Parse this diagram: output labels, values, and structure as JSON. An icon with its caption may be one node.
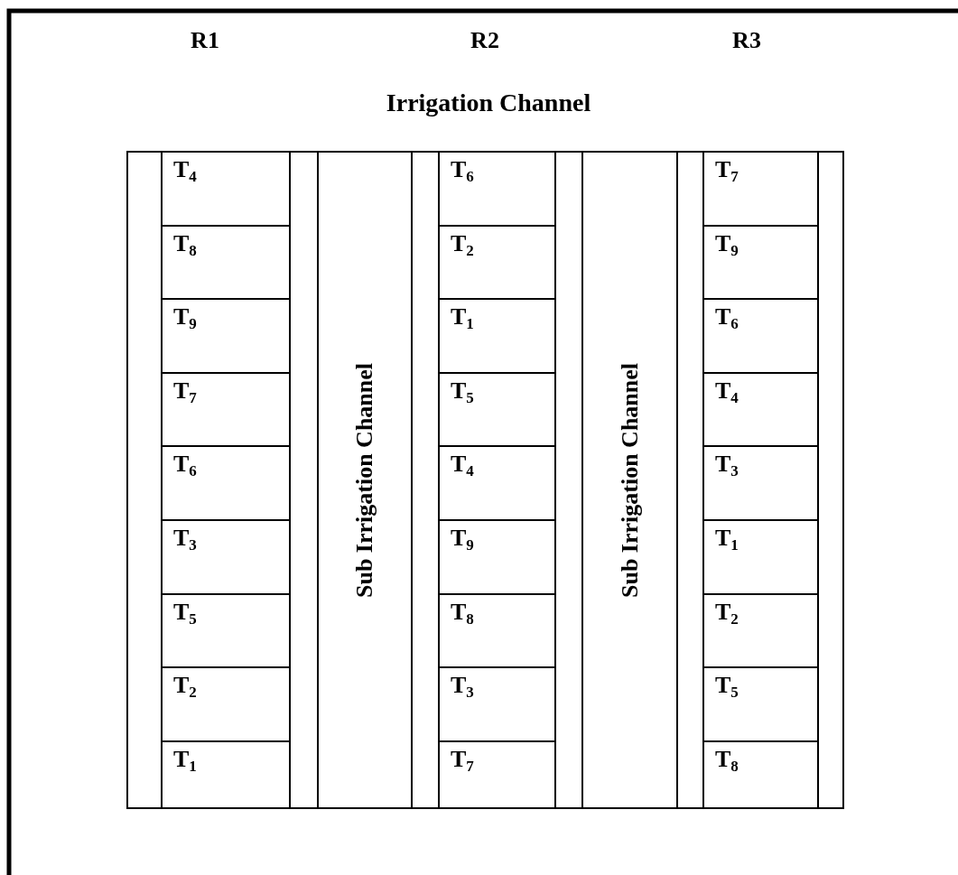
{
  "diagram": {
    "nodes": [
      {
        "text": [
          "T$_{4}$"
        ]
      },
      {
        "text": [
          "T$_{8}$"
        ]
      },
      {
        "text": [
          "T$_{9}$"
        ]
      },
      {
        "text": [
          "T$_{7}$"
        ]
      },
      {
        "text": [
          "T$_{6}$"
        ]
      },
      {
        "text": [
          "T$_{3}$"
        ]
      },
      {
        "text": [
          "T$_{5}$"
        ]
      },
      {
        "text": [
          "T$_{2}$"
        ]
      },
      {
        "text": [
          "T$_{1}$"
        ]
      },
      {
        "text": [
          "Sub Irrigation Channel"
        ]
      },
      {
        "text": [
          "T$_{6}$"
        ]
      },
      {
        "text": [
          "T$_{2}$"
        ]
      },
      {
        "text": [
          "T$_{1}$"
        ]
      },
      {
        "text": [
          "T$_{5}$"
        ]
      },
      {
        "text": [
          "T$_{4}$"
        ]
      },
      {
        "text": [
          "T$_{9}$"
        ]
      },
      {
        "text": [
          "T$_{8}$"
        ]
      },
      {
        "text": [
          "T$_{3}$"
        ]
      },
      {
        "text": [
          "T$_{7}$"
        ]
      },
      {
        "text": [
          "Sub Irrigation Channel"
        ]
      },
      {
        "text": [
          "T$_{7}$"
        ]
      },
      {
        "text": [
          "T$_{9}$"
        ]
      },
      {
        "text": [
          "T$_{6}$"
        ]
      },
      {
        "text": [
          "T$_{4}$"
        ]
      },
      {
        "text": [
          "T$_{3}$"
        ]
      },
      {
        "text": [
          "T$_{1}$"
        ]
      },
      {
        "text": [
          "T$_{2}$"
        ]
      },
      {
        "text": [
          "T$_{5}$"
        ]
      },
      {
        "text": [
          "T$_{8}$"
        ]
      }
    ],
    "labels": [
      "R1",
      "R2",
      "R3",
      "Irrigation Channel"
    ]
  }
}
